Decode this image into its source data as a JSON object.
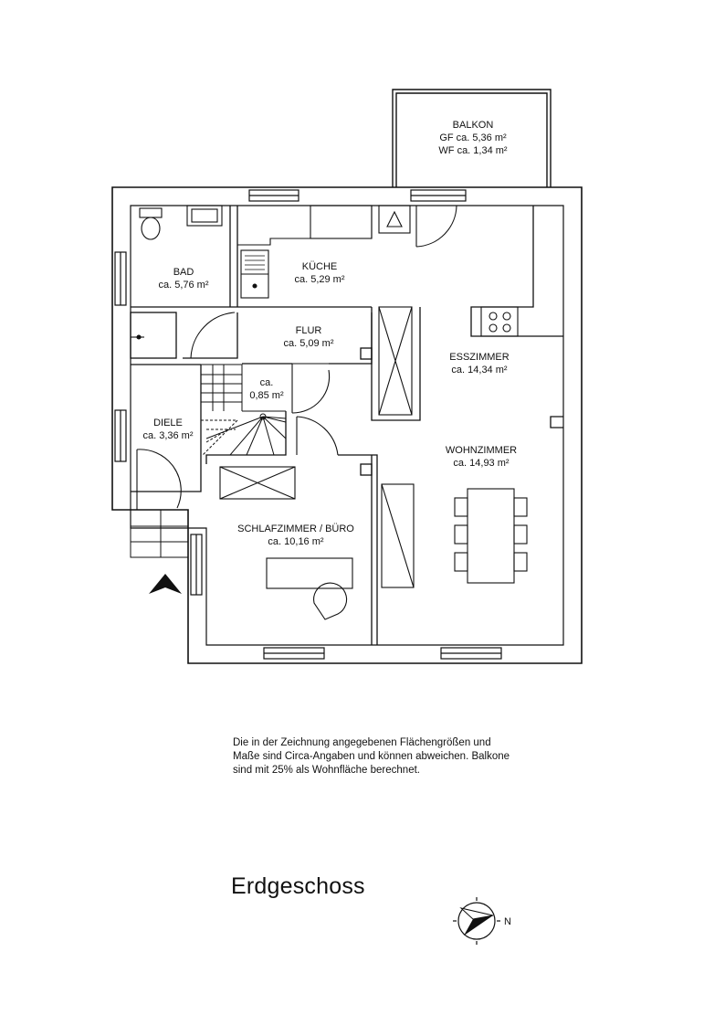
{
  "rooms": [
    {
      "name": "BALKON",
      "area_lines": [
        "GF ca. 5,36 m²",
        "WF ca. 1,34 m²"
      ]
    },
    {
      "name": "BAD",
      "area_lines": [
        "ca. 5,76 m²"
      ]
    },
    {
      "name": "KÜCHE",
      "area_lines": [
        "ca. 5,29 m²"
      ]
    },
    {
      "name": "FLUR",
      "area_lines": [
        "ca. 5,09 m²"
      ]
    },
    {
      "name": "ca.",
      "area_lines": [
        "0,85 m²"
      ]
    },
    {
      "name": "ESSZIMMER",
      "area_lines": [
        "ca. 14,34 m²"
      ]
    },
    {
      "name": "DIELE",
      "area_lines": [
        "ca. 3,36 m²"
      ]
    },
    {
      "name": "WOHNZIMMER",
      "area_lines": [
        "ca. 14,93 m²"
      ]
    },
    {
      "name": "SCHLAFZIMMER / BÜRO",
      "area_lines": [
        "ca. 10,16 m²"
      ]
    }
  ],
  "disclaimer": "Die in der Zeichnung angegebenen Flächengrößen und Maße sind Circa-Angaben und können abweichen. Balkone sind mit 25% als Wohnfläche berechnet.",
  "floor_title": "Erdgeschoss",
  "compass": {
    "north_label": "N"
  }
}
